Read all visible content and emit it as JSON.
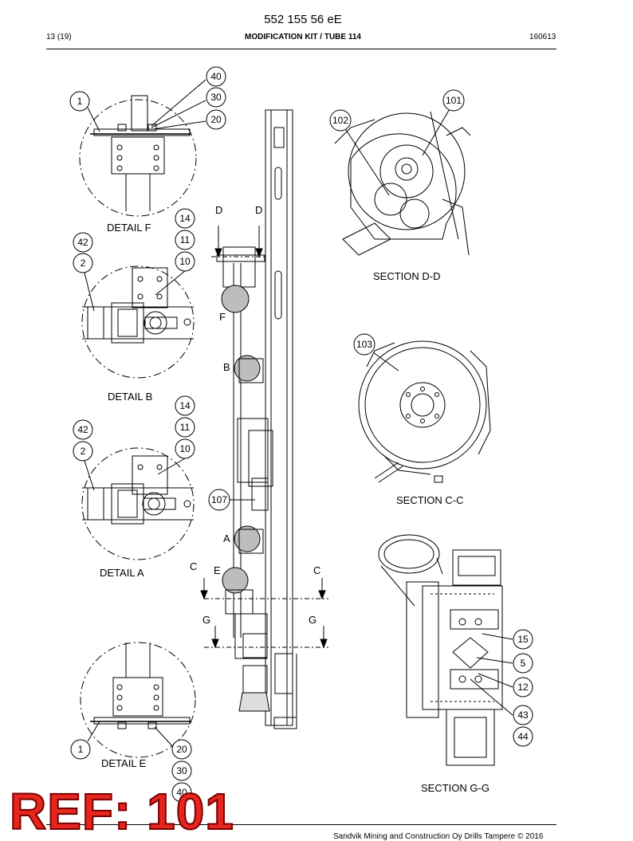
{
  "header": {
    "doc_number": "552 155 56 eE",
    "page": "13 (19)",
    "title": "MODIFICATION KIT / TUBE 114",
    "date": "160613"
  },
  "footer": {
    "copyright": "Sandvik Mining and Construction Oy Drills Tampere © 2016"
  },
  "ref_stamp": "REF: 101",
  "details": {
    "detail_f": "DETAIL F",
    "detail_b": "DETAIL B",
    "detail_a": "DETAIL A",
    "detail_e": "DETAIL E",
    "section_dd": "SECTION D-D",
    "section_cc": "SECTION C-C",
    "section_gg": "SECTION G-G"
  },
  "letters": {
    "d": "D",
    "c": "C",
    "g": "G",
    "f": "F",
    "b": "B",
    "a": "A",
    "e": "E"
  },
  "balloons": {
    "b40a": "40",
    "b30a": "30",
    "b20a": "20",
    "b1a": "1",
    "b101": "101",
    "b102": "102",
    "b14a": "14",
    "b11a": "11",
    "b10a": "10",
    "b42a": "42",
    "b2a": "2",
    "b103": "103",
    "b14b": "14",
    "b11b": "11",
    "b10b": "10",
    "b42b": "42",
    "b2b": "2",
    "b107": "107",
    "b15": "15",
    "b5": "5",
    "b12": "12",
    "b43": "43",
    "b44": "44",
    "b1b": "1",
    "b20b": "20",
    "b30b": "30",
    "b40b": "40"
  }
}
